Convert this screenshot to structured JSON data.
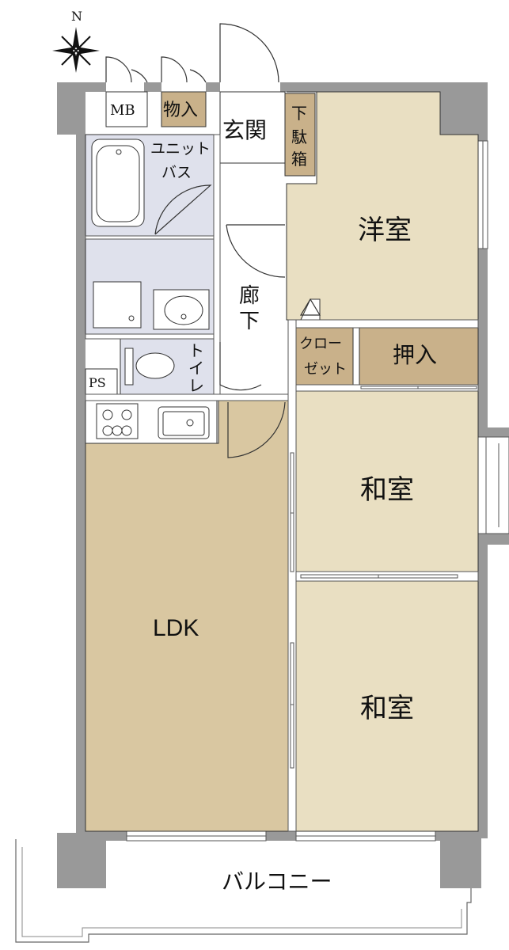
{
  "compass": {
    "north_label": "N"
  },
  "rooms": {
    "mb": "MB",
    "storage": "物入",
    "entrance": "玄関",
    "shoe_box": [
      "下",
      "駄",
      "箱"
    ],
    "bath": [
      "ユニット",
      "バス"
    ],
    "western_room": "洋室",
    "corridor": [
      "廊",
      "下"
    ],
    "closet": [
      "クロー",
      "ゼット"
    ],
    "oshiire": "押入",
    "ps": "PS",
    "toilet": [
      "ト",
      "イ",
      "レ"
    ],
    "washitsu_1": "和室",
    "ldk": "LDK",
    "washitsu_2": "和室",
    "balcony": "バルコニー"
  },
  "colors": {
    "wall": "#999999",
    "room_beige": "#e9dfc2",
    "ldk_tan": "#d9c7a1",
    "storage_brown": "#c9b18a",
    "wet_area": "#dfe1ec",
    "outline": "#333333"
  }
}
